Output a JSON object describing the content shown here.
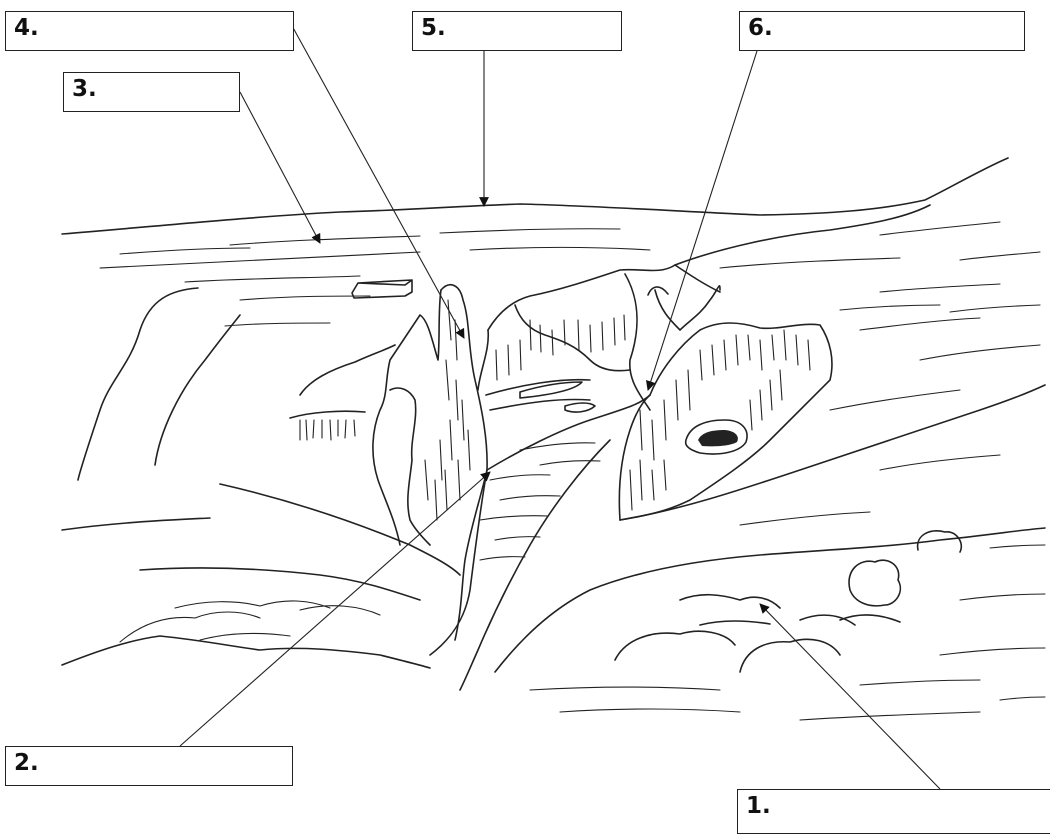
{
  "labels": [
    {
      "id": "1",
      "text": "1."
    },
    {
      "id": "2",
      "text": "2."
    },
    {
      "id": "3",
      "text": "3."
    },
    {
      "id": "4",
      "text": "4."
    },
    {
      "id": "5",
      "text": "5."
    },
    {
      "id": "6",
      "text": "6."
    }
  ]
}
